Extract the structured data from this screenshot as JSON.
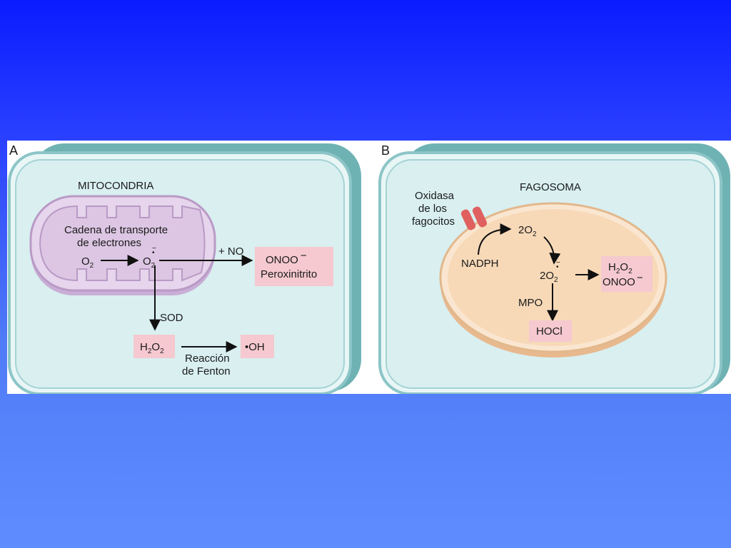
{
  "panel_a": {
    "letter": "A",
    "organelle": "MITOCONDRIA",
    "etc_line1": "Cadena de transporte",
    "etc_line2": "de electrones",
    "o2": "O",
    "o2_sub": "2",
    "superoxide": "O",
    "superoxide_sub": "2",
    "superoxide_sup": "•",
    "superoxide_charge": "−",
    "plus_no": "+ NO",
    "onoo": "ONOO",
    "onoo_charge": "−",
    "peroxinitrito": "Peroxinitrito",
    "sod": "SOD",
    "h2o2_h": "H",
    "h2o2_h_sub": "2",
    "h2o2_o": "O",
    "h2o2_o_sub": "2",
    "oh": "•OH",
    "fenton1": "Reacción",
    "fenton2": "de Fenton"
  },
  "panel_b": {
    "letter": "B",
    "organelle": "FAGOSOMA",
    "oxidase1": "Oxidasa",
    "oxidase2": "de los",
    "oxidase3": "fagocitos",
    "nadph": "NADPH",
    "two_o2": "2O",
    "two_o2_sub": "2",
    "two_superoxide": "2O",
    "two_superoxide_sub": "2",
    "two_superoxide_sup": "•",
    "two_superoxide_charge": "−",
    "mpo": "MPO",
    "hocl": "HOCl",
    "h2o2_h": "H",
    "h2o2_h_sub": "2",
    "h2o2_o": "O",
    "h2o2_o_sub": "2",
    "onoo": "ONOO",
    "onoo_charge": "−"
  },
  "colors": {
    "cell_fill": "#d9eff0",
    "cell_edge": "#8cc5c7",
    "cell_shadow": "#6fb2b4",
    "mito_fill": "#dcc6e3",
    "mito_edge": "#b99ac6",
    "phago_fill": "#f7d9b8",
    "phago_edge": "#e2b88c",
    "product_box": "#f5c9cf",
    "enzyme": "#e06060"
  }
}
